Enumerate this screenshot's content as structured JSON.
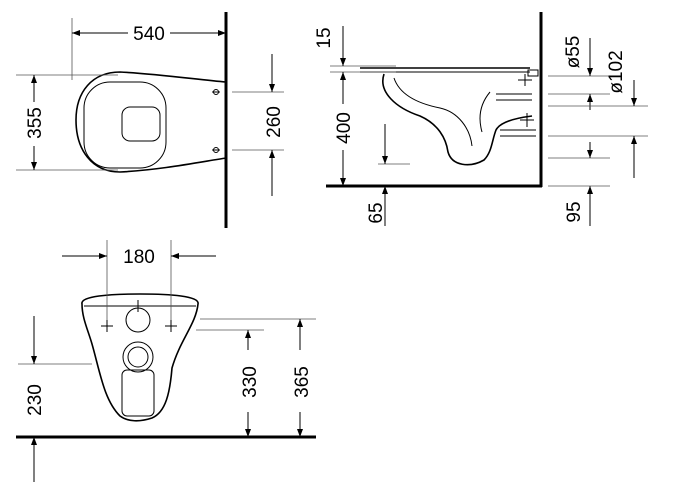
{
  "top_view": {
    "width_label": "540",
    "depth_label": "355",
    "fixing_spacing_label": "260"
  },
  "side_view": {
    "top_label": "15",
    "height_label": "400",
    "floor_gap_label": "65",
    "inlet_label": "ø55",
    "outlet_label": "ø102",
    "outlet_height_label": "95"
  },
  "front_view": {
    "fixing_width_label": "180",
    "floor_label": "230",
    "outlet_axis_label": "330",
    "fixing_height_label": "365"
  }
}
